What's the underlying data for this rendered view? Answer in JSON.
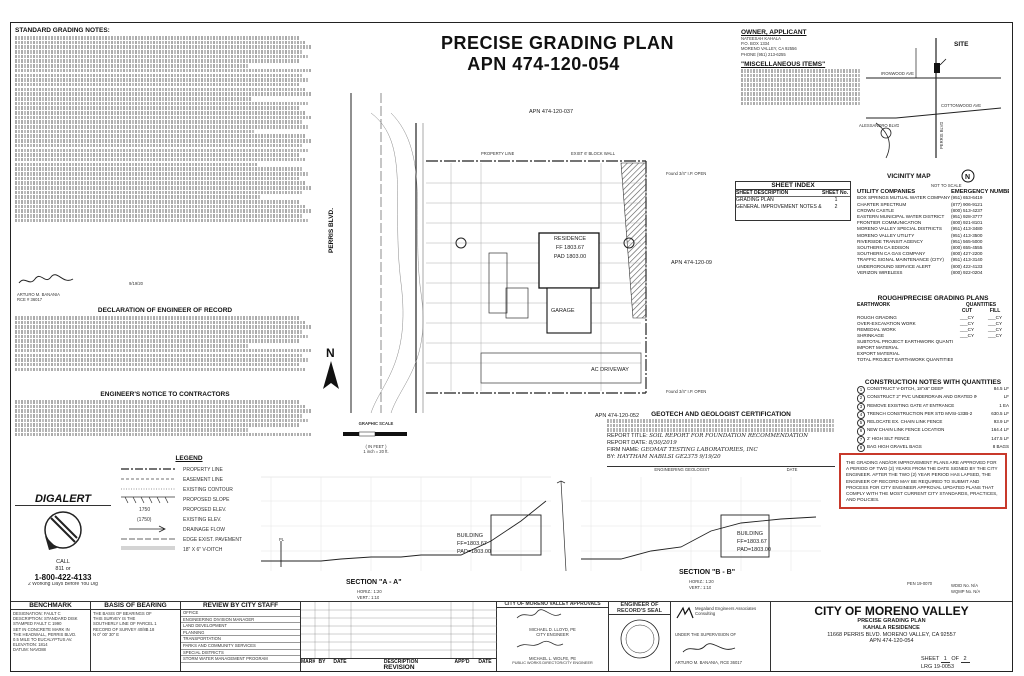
{
  "titles": {
    "plan_title": "PRECISE GRADING PLAN",
    "apn": "APN 474-120-054"
  },
  "notes": {
    "standard_header": "STANDARD GRADING NOTES:",
    "declaration_header": "DECLARATION OF ENGINEER OF RECORD",
    "contractor_header": "ENGINEER'S NOTICE TO CONTRACTORS",
    "legend_header": "LEGEND"
  },
  "legend": [
    "PROPERTY LINE",
    "EASEMENT LINE",
    "EXISTING CONTOUR",
    "PROPOSED SLOPE",
    "PROPOSED ELEV.",
    "EXISTING ELEV.",
    "DRAINAGE FLOW",
    "EDGE EXIST. PAVEMENT",
    "18\" X 6\" V-DITCH"
  ],
  "digalert": {
    "title": "DIGALERT",
    "call": "CALL",
    "phone1": "811 or",
    "phone2": "1-800-422-4133",
    "days": "2 Working Days Before You Dig"
  },
  "owner": {
    "header": "OWNER, APPLICANT",
    "lines": [
      "NATEESAH KAHALA",
      "P.O. BOX 1334",
      "MORENO VALLEY, CA 92556",
      "PHONE (951) 213-6255"
    ],
    "misc_header": "\"MISCELLANEOUS ITEMS\""
  },
  "site": {
    "label": "SITE",
    "streets": [
      "IRONWOOD AVE",
      "COTTONWOOD AVE",
      "ALESSANDRO BLVD",
      "PERRIS BLVD"
    ],
    "map_title": "VICINITY MAP",
    "scale": "NOT TO SCALE"
  },
  "sheet_index": {
    "header": "SHEET INDEX",
    "col_desc": "SHEET DESCRIPTION",
    "col_no": "SHEET No.",
    "rows": [
      {
        "desc": "GRADING PLAN",
        "no": "1"
      },
      {
        "desc": "GENERAL IMPROVEMENT NOTES & CONDITIONS OF APPROVAL",
        "no": "2"
      }
    ]
  },
  "utility": {
    "col1": "UTILITY COMPANIES",
    "col2": "EMERGENCY NUMBERS",
    "rows": [
      {
        "name": "BOX SPRINGS MUTUAL WATER COMPANY",
        "num": "(951) 653-6419"
      },
      {
        "name": "CHARTER SPECTRUM",
        "num": "(877) 906-9121"
      },
      {
        "name": "CROWN CASTLE",
        "num": "(800) 513-4237"
      },
      {
        "name": "EASTERN MUNICIPAL WATER DISTRICT",
        "num": "(951) 928-3777"
      },
      {
        "name": "FRONTIER COMMUNICATION",
        "num": "(800) 921-8101"
      },
      {
        "name": "MORENO VALLEY SPECIAL DISTRICTS",
        "num": "(951) 413-3480"
      },
      {
        "name": "MORENO VALLEY UTILITY",
        "num": "(951) 413-3500"
      },
      {
        "name": "RIVERSIDE TRANSIT AGENCY",
        "num": "(951) 565-5000"
      },
      {
        "name": "SOUTHERN CA EDISON",
        "num": "(800) 655-4555"
      },
      {
        "name": "SOUTHERN CA GAS COMPANY",
        "num": "(800) 427-2200"
      },
      {
        "name": "TRAFFIC SIGNAL MAINTENANCE (CITY)",
        "num": "(951) 413-3140"
      },
      {
        "name": "UNDERGROUND SERVICE ALERT",
        "num": "(800) 422-4133"
      },
      {
        "name": "VERIZON WIRELESS",
        "num": "(800) 922-0204"
      }
    ]
  },
  "rough": {
    "header": "ROUGH/PRECISE GRADING PLANS",
    "col_item": "EARTHWORK",
    "col_q": "QUANTITIES",
    "col_cut": "CUT",
    "col_fill": "FILL",
    "rows": [
      {
        "item": "ROUGH GRADING",
        "cut": "___CY",
        "fill": "___CY"
      },
      {
        "item": "OVER-EXCAVATION WORK",
        "cut": "___CY",
        "fill": "___CY"
      },
      {
        "item": "REMEDIAL WORK",
        "cut": "___CY",
        "fill": "___CY"
      },
      {
        "item": "SHRINKAGE",
        "cut": "___CY",
        "fill": "___CY"
      },
      {
        "item": "SUBTOTAL PROJECT EARTHWORK QUANTITIES",
        "cut": "",
        "fill": ""
      },
      {
        "item": "IMPORT MATERIAL",
        "cut": "",
        "fill": ""
      },
      {
        "item": "EXPORT MATERIAL",
        "cut": "",
        "fill": ""
      },
      {
        "item": "TOTAL PROJECT EARTHWORK QUANTITIES",
        "cut": "",
        "fill": ""
      }
    ]
  },
  "construction": {
    "header": "CONSTRUCTION NOTES WITH QUANTITIES",
    "rows": [
      {
        "n": "1",
        "text": "CONSTRUCT V-DITCH, 18\"x6\" DEEP",
        "q": "84.5 LF"
      },
      {
        "n": "2",
        "text": "CONSTRUCT 2\" PVC UNDERDRAIN AND GRATED INLET",
        "q": "LF"
      },
      {
        "n": "3",
        "text": "REMOVE EXISTING GATE AT ENTRANCE",
        "q": "1 EA"
      },
      {
        "n": "4",
        "text": "TRENCH CONSTRUCTION PER STD MVSI-133B-2",
        "q": "630.5 LF"
      },
      {
        "n": "5",
        "text": "RELOCATE EX. CHAIN LINK FENCE",
        "q": "93.9 LF"
      },
      {
        "n": "6",
        "text": "NEW CHAIN LINK FENCE LOCATION",
        "q": "164.4 LF"
      },
      {
        "n": "7",
        "text": "2' HIGH SILT FENCE",
        "q": "147.5 LF"
      },
      {
        "n": "8",
        "text": "BAG HIGH GRAVEL BAGS",
        "q": "8 BAGS"
      }
    ]
  },
  "geotech": {
    "header": "GEOTECH AND GEOLOGIST CERTIFICATION",
    "title_label": "REPORT TITLE:",
    "title_value": "SOIL REPORT FOR FOUNDATION RECOMMENDATION",
    "date_label": "REPORT DATE:",
    "date_value": "8/30/2019",
    "firm_label": "FIRM NAME:",
    "firm_value": "GEOMAT TESTING LABORATORIES, INC",
    "by_label": "BY:",
    "by_value": "HAYTHAM NABILSI GE2375",
    "date_sign": "9/19/20",
    "col1": "ENGINEERING GEOLOGIST",
    "col2": "DATE"
  },
  "notice": {
    "text": "THE GRADING AND/OR IMPROVEMENT PLANS ARE APPROVED FOR A PERIOD OF TWO (2) YEARS FROM THE DATE SIGNED BY THE CITY ENGINEER. AFTER THE TWO (2) YEAR PERIOD HAS LAPSED, THE ENGINEER OF RECORD MAY BE REQUIRED TO SUBMIT AND PROCESS FOR CITY ENGINEER APPROVAL UPDATED PLANS THAT COMPLY WITH THE MOST CURRENT CITY STANDARDS, PRACTICES, AND POLICIES."
  },
  "plan_labels": {
    "apn_north": "APN 474-120-037",
    "apn_east": "APN 474-120-09",
    "apn_south": "APN 474-120-052",
    "street": "PERRIS BLVD.",
    "residence": "RESIDENCE",
    "ff": "FF 1803.67",
    "pad": "PAD 1803.00",
    "garage": "GARAGE",
    "driveway": "AC DRIVEWAY",
    "block_wall": "EXIST 6' BLOCK WALL",
    "property_line": "PROPERTY LINE",
    "lp_n": "Found 3/4\" I.P. OPEN",
    "lp_s": "Found 3/4\" I.P. OPEN"
  },
  "sections": {
    "a": "SECTION \"A - A\"",
    "b": "SECTION \"B - B\"",
    "scale_a1": "HORIZ.: 1:20",
    "scale_a2": "VERT.: 1:10",
    "scale_b1": "HORIZ.: 1:20",
    "scale_b2": "VERT.: 1:10",
    "building_a": "BUILDING",
    "ff_a": "FF=1803.67",
    "pad_a": "PAD=1803.00",
    "building_b": "BUILDING",
    "ff_b": "FF=1803.67",
    "pad_b": "PAD=1803.00",
    "pl": "PL"
  },
  "graphic_scale": {
    "title": "GRAPHIC SCALE",
    "unit": "( IN FEET )",
    "inch": "1 inch = 20 ft."
  },
  "title_block": {
    "benchmark_header": "BENCHMARK",
    "benchmark_lines": [
      "DESIGNATION: FAULT C",
      "DESCRIPTION: STANDARD DISK",
      "STAMPED FAULT C 1990",
      "SET IN CONCRETE MARK IN",
      "THE HEADWALL, PERRIS BLVD.",
      "0.5 MILE TO EUCALYPTUS AV.",
      "ELEVATION: 1814",
      "DATUM: NAVD88"
    ],
    "basis_header": "BASIS OF BEARING",
    "basis_lines": [
      "THE BASIS OF BEARINGS OF",
      "THIS SURVEY IS THE",
      "SOUTHERLY LINE OF PARCEL 1",
      "RECORD OF SURVEY 40/8B.18",
      "N 0° 00' 30\" E"
    ],
    "review_header": "REVIEW BY CITY STAFF",
    "review_rows": [
      "OFFICE",
      "ENGINEERING DIVISION MANAGER",
      "LAND DEVELOPMENT",
      "PLANNING",
      "TRANSPORTATION",
      "PARKS AND COMMUNITY SERVICES",
      "SPECIAL DISTRICTS",
      "STORM WATER MANAGEMENT PROGRAM"
    ],
    "rev_col_mark": "MARK",
    "rev_col_by": "BY",
    "rev_col_date": "DATE",
    "rev_col_desc": "DESCRIPTION",
    "rev_col_app": "APP'D",
    "rev_col_date2": "DATE",
    "revision": "REVISION",
    "approvals_header": "CITY OF MORENO VALLEY APPROVALS",
    "approvals_name1": "MICHAEL D. LLOYD, PE",
    "approvals_role1": "CITY ENGINEER",
    "approvals_name2": "MICHAEL L. WOLFE, PE",
    "approvals_role2": "PUBLIC WORKS DIRECTOR/CITY ENGINEER",
    "seal_header": "ENGINEER OF RECORD'S SEAL",
    "firm_name": "Megaland Engineers Associates Consulting",
    "supervision": "UNDER THE SUPERVISION OF",
    "rce": "ARTURO M. BANANIA, RCE 36017",
    "city": "CITY OF MORENO VALLEY",
    "plan_type": "PRECISE GRADING PLAN",
    "project": "KAHALA RESIDENCE",
    "address": "11668 PERRIS BLVD. MORENO VALLEY, CA 92557",
    "apn": "APN 474-120-054",
    "sheet_label": "SHEET",
    "sheet_no": "1",
    "of_label": "OF",
    "sheet_total": "2",
    "lrg": "LRG 19-0053",
    "pen": "PEN 19-0070",
    "wdid_label": "WDID No.",
    "wdid_value": "N/A",
    "wqmp_label": "WQMP No.",
    "wqmp_value": "N/A"
  },
  "signature": {
    "name": "ARTURO M. BANANIA",
    "rce": "RCE # 36017",
    "date": "9/19/20"
  },
  "colors": {
    "ink": "#111111",
    "notice_border": "#c8392b",
    "hatch": "#555555"
  }
}
